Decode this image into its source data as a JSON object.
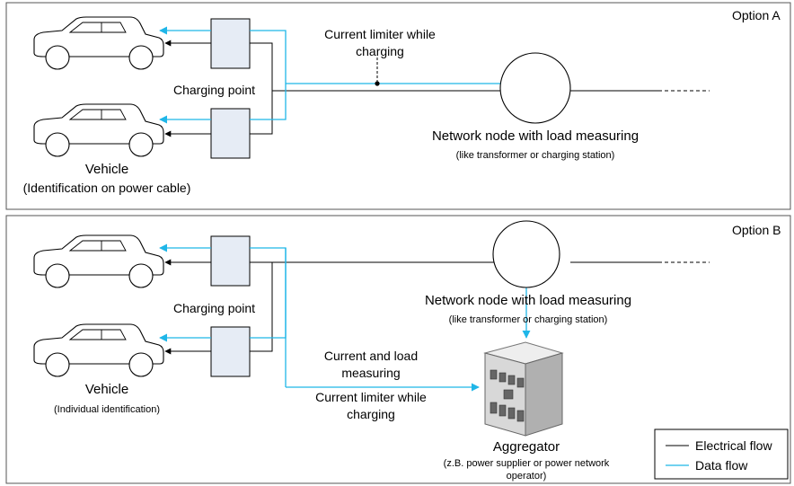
{
  "colors": {
    "electrical": "#000000",
    "data": "#1fb6e8",
    "charger_fill": "#e6ecf5",
    "building": "#c9c9c9"
  },
  "icons": [
    "car-icon",
    "charging-point-icon",
    "network-node-icon",
    "building-icon"
  ],
  "option_a": {
    "label": "Option A",
    "current_limiter_line1": "Current limiter while",
    "current_limiter_line2": "charging",
    "charging_point": "Charging point",
    "node_title": "Network node with load measuring",
    "node_subtitle": "(like transformer or charging station)",
    "vehicle": "Vehicle",
    "vehicle_note": "(Identification on power cable)"
  },
  "option_b": {
    "label": "Option B",
    "charging_point": "Charging point",
    "node_title": "Network node with load measuring",
    "node_subtitle": "(like transformer or charging station)",
    "measuring_line1": "Current and load",
    "measuring_line2": "measuring",
    "limiter_line1": "Current limiter while",
    "limiter_line2": "charging",
    "vehicle": "Vehicle",
    "vehicle_note": "(Individual identification)",
    "aggregator": "Aggregator",
    "aggregator_note1": "(z.B. power supplier or power network",
    "aggregator_note2": "operator)"
  },
  "legend": {
    "electrical": "Electrical flow",
    "data": "Data flow"
  }
}
